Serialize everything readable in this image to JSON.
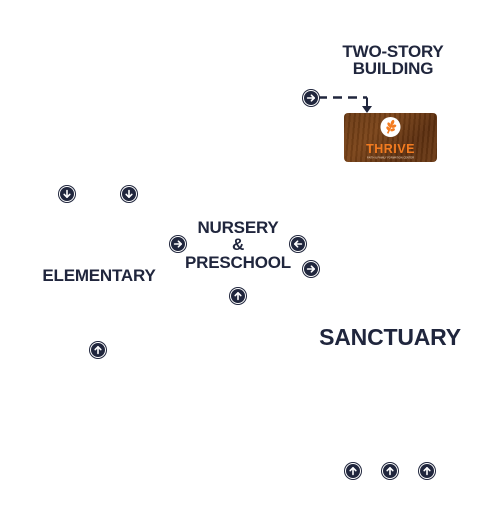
{
  "map": {
    "two_story_building": {
      "line1": "TWO-STORY",
      "line2": "BUILDING"
    },
    "nursery": {
      "line1": "NURSERY",
      "line2": "&",
      "line3": "PRESCHOOL"
    },
    "elementary": "ELEMENTARY",
    "sanctuary": "SANCTUARY"
  },
  "logo": {
    "name": "THRIVE",
    "tagline": "FAITH & FAMILY FORMATION CENTER",
    "icon": "wheat-icon"
  },
  "arrows": [
    {
      "id": "two-story-entrance",
      "direction": "right"
    },
    {
      "id": "elementary-left",
      "direction": "down"
    },
    {
      "id": "elementary-right",
      "direction": "down"
    },
    {
      "id": "nursery-left",
      "direction": "right"
    },
    {
      "id": "nursery-right-top",
      "direction": "left"
    },
    {
      "id": "nursery-right-bottom",
      "direction": "right"
    },
    {
      "id": "nursery-bottom",
      "direction": "up"
    },
    {
      "id": "elementary-bottom",
      "direction": "up"
    },
    {
      "id": "sanctuary-1",
      "direction": "up"
    },
    {
      "id": "sanctuary-2",
      "direction": "up"
    },
    {
      "id": "sanctuary-3",
      "direction": "up"
    }
  ],
  "colors": {
    "ink": "#20263d",
    "logo_bg": "#6b3a14",
    "logo_accent": "#f47c20"
  }
}
